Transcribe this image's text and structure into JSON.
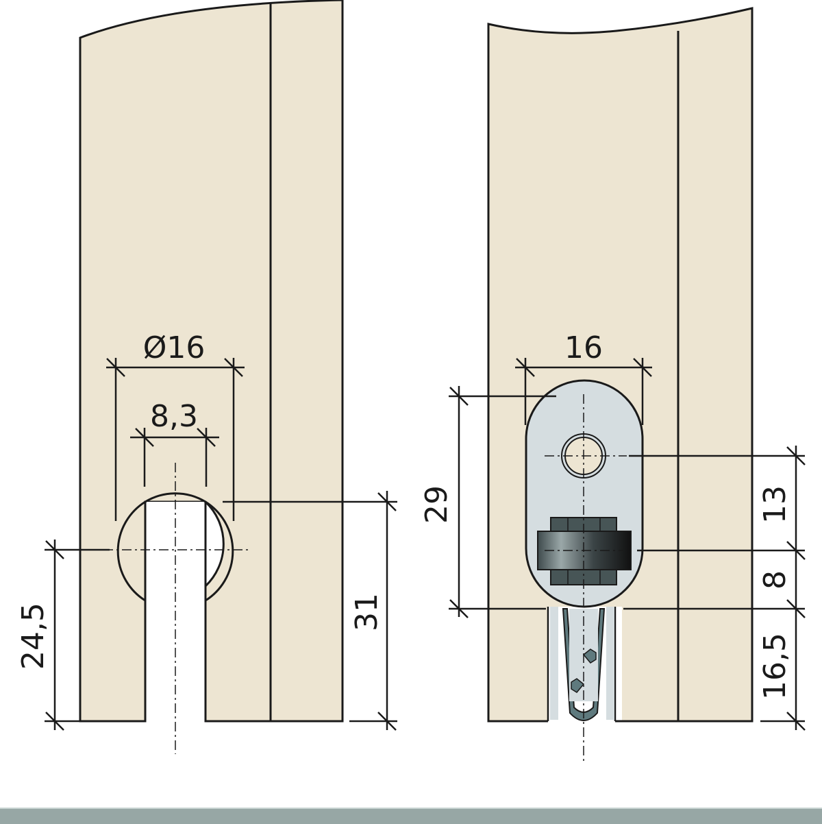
{
  "colors": {
    "wood": "#ede5d2",
    "line": "#1a1a1a",
    "plate": "#d5dde0",
    "seal": "#5f7a7e",
    "footer": "#97a7a5"
  },
  "left_view": {
    "diameter_label": "Ø16",
    "slot_width_label": "8,3",
    "center_height_label": "24,5",
    "bore_top_label": "31"
  },
  "right_view": {
    "width_label": "16",
    "total_height_label": "29",
    "hole_to_roller_label": "13",
    "roller_to_edge_label": "8",
    "seal_height_label": "16,5"
  }
}
